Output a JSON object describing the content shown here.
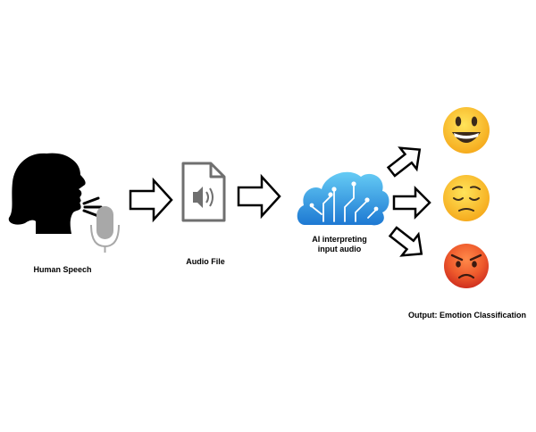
{
  "diagram": {
    "title": "Speech emotion classification pipeline",
    "steps": [
      {
        "id": "speech",
        "label": "Human Speech",
        "icon": "speaking-head-icon"
      },
      {
        "id": "audio",
        "label": "Audio File",
        "icon": "audio-file-icon"
      },
      {
        "id": "ai",
        "label_line1": "AI interpreting",
        "label_line2": "input audio",
        "icon": "ai-cloud-circuit-icon"
      },
      {
        "id": "output",
        "label": "Output: Emotion Classification"
      }
    ],
    "emotions": [
      {
        "name": "happy",
        "icon": "grinning-face-icon"
      },
      {
        "name": "sad",
        "icon": "pensive-face-icon"
      },
      {
        "name": "angry",
        "icon": "angry-face-icon"
      }
    ],
    "colors": {
      "ink": "#000000",
      "mic": "#a9a9a9",
      "file_gray": "#6f6f6f",
      "cloud_top": "#5ec6f2",
      "cloud_bottom": "#1f7fd6",
      "emoji_yellow": "#ffcc33",
      "emoji_red": "#e8452c"
    }
  }
}
